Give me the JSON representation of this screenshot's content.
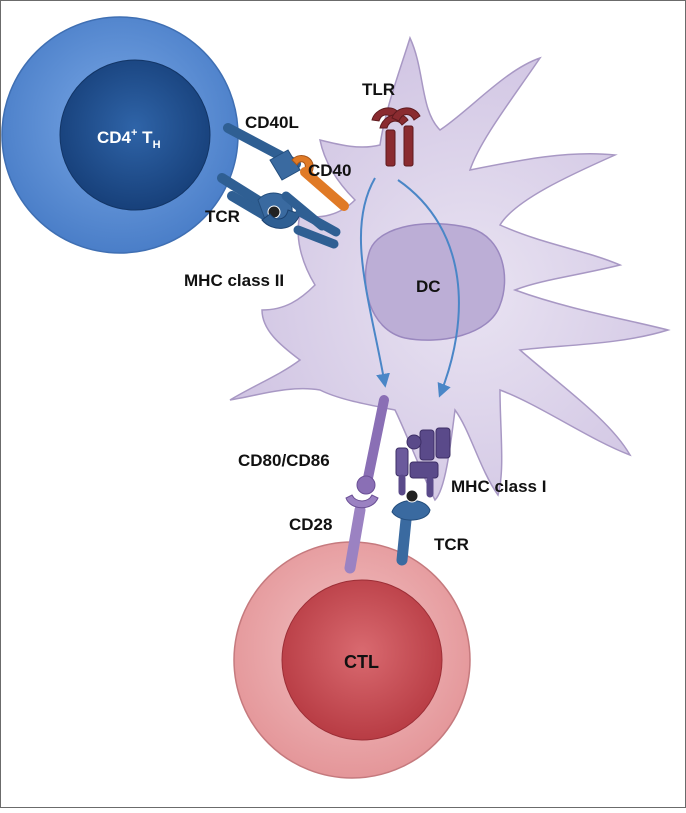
{
  "cells": {
    "th": {
      "label": "CD4",
      "sup": "+",
      "label2": " T",
      "sub": "H"
    },
    "dc": {
      "label": "DC"
    },
    "ctl": {
      "label": "CTL"
    }
  },
  "labels": {
    "cd40l": "CD40L",
    "cd40": "CD40",
    "tcr_top": "TCR",
    "mhc2": "MHC class II",
    "tlr": "TLR",
    "cd80": "CD80/CD86",
    "mhc1": "MHC class I",
    "cd28": "CD28",
    "tcr_bottom": "TCR"
  },
  "colors": {
    "th_outer": "#5b8fd6",
    "th_inner": "#1f4f8e",
    "dc_body": "#d9d0e8",
    "dc_nucleus": "#b8a7d1",
    "ctl_outer": "#e8a0a3",
    "ctl_inner": "#c7474f",
    "tcr_blue": "#3a6aa0",
    "cd40_orange": "#e07a26",
    "tlr_red": "#8a2b30",
    "purple": "#8a6fb5",
    "mhc1_dark": "#5a4a8a",
    "arrow": "#4a86c7"
  }
}
